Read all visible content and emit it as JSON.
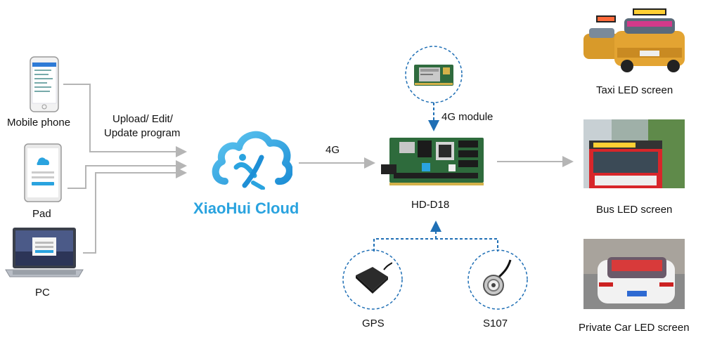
{
  "sources": {
    "mobile_label": "Mobile phone",
    "pad_label": "Pad",
    "pc_label": "PC"
  },
  "flow": {
    "upload_line1": "Upload/ Edit/",
    "upload_line2": "Update program",
    "link_label": "4G"
  },
  "cloud": {
    "brand": "XiaoHui Cloud"
  },
  "controller": {
    "module_label": "4G module",
    "name": "HD-D18",
    "gps_label": "GPS",
    "sensor_label": "S107"
  },
  "outputs": {
    "taxi_label": "Taxi LED screen",
    "bus_label": "Bus LED screen",
    "car_label": "Private Car LED screen"
  },
  "colors": {
    "connector": "#b5b5b5",
    "dashed": "#1f6fb5",
    "brand": "#2aa3df"
  }
}
